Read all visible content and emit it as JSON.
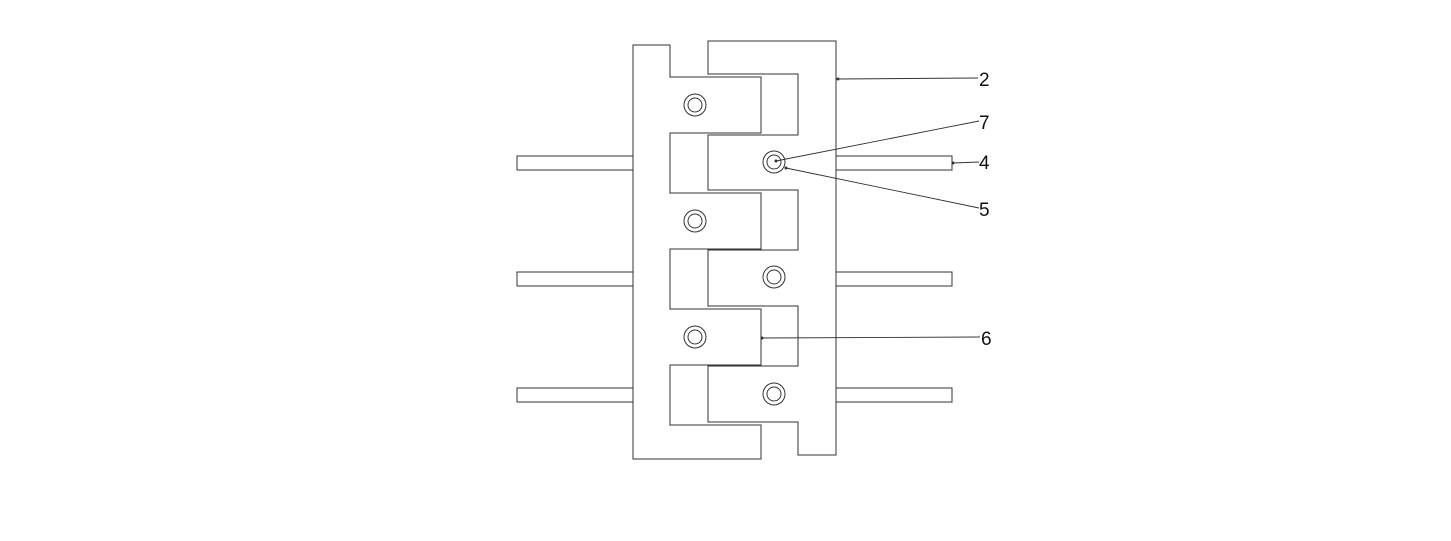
{
  "callouts": {
    "c2": "2",
    "c7": "7",
    "c4": "4",
    "c5": "5",
    "c6": "6"
  },
  "colors": {
    "line": "#333333",
    "background": "#ffffff"
  }
}
